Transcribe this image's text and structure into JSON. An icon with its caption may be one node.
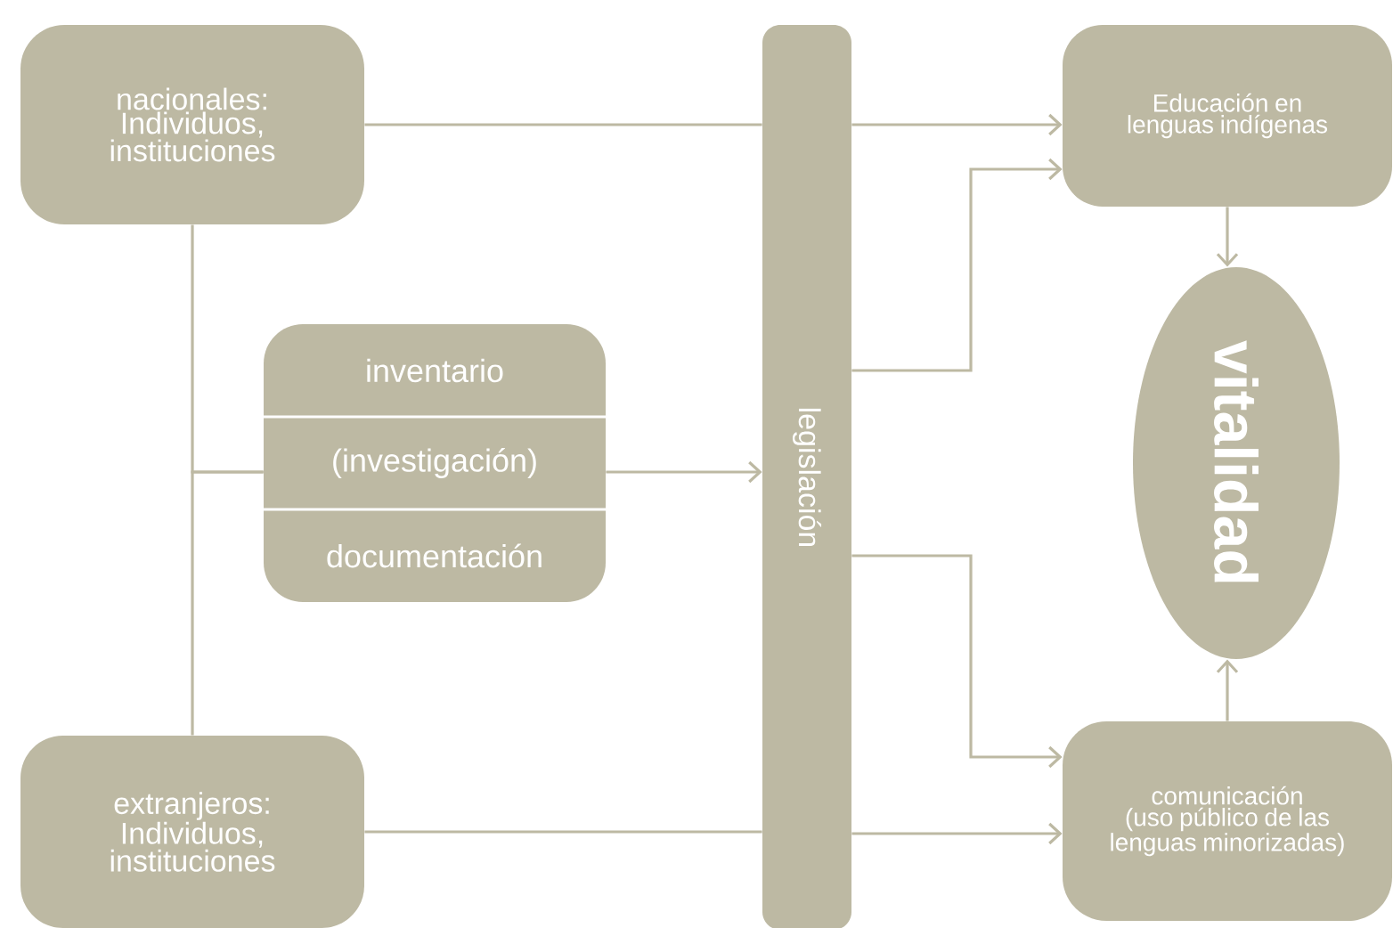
{
  "diagram": {
    "nodes": [
      {
        "text": [
          "nacionales: Individuos, instituciones"
        ]
      },
      {
        "text": [
          "inventario",
          "(investigación)",
          "documentación"
        ]
      },
      {
        "text": [
          "legislación"
        ]
      },
      {
        "text": [
          "Educación en lenguas indígenas"
        ]
      },
      {
        "text": [
          "vitalidad"
        ]
      },
      {
        "text": [
          "comunicación (uso público de las lenguas minorizadas)"
        ]
      },
      {
        "text": [
          "extranjeros: Individuos, instituciones"
        ]
      }
    ],
    "edges": [
      {
        "from": 0,
        "to": 2,
        "arrow": "none"
      },
      {
        "from": 2,
        "to": 3,
        "arrow": "to"
      },
      {
        "from": 0,
        "to": 1,
        "arrow": "none"
      },
      {
        "from": 6,
        "to": 1,
        "arrow": "none"
      },
      {
        "from": 1,
        "to": 2,
        "arrow": "to"
      },
      {
        "from": 2,
        "to": 3,
        "arrow": "to"
      },
      {
        "from": 2,
        "to": 5,
        "arrow": "to"
      },
      {
        "from": 6,
        "to": 2,
        "arrow": "none"
      },
      {
        "from": 2,
        "to": 5,
        "arrow": "to"
      },
      {
        "from": 3,
        "to": 4,
        "arrow": "to"
      },
      {
        "from": 5,
        "to": 4,
        "arrow": "to"
      }
    ]
  }
}
